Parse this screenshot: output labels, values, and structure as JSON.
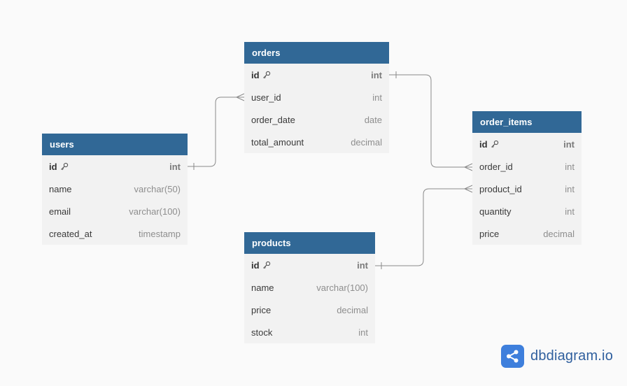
{
  "tables": {
    "orders": {
      "title": "orders",
      "fields": [
        {
          "name": "id",
          "type": "int",
          "pk": true
        },
        {
          "name": "user_id",
          "type": "int"
        },
        {
          "name": "order_date",
          "type": "date"
        },
        {
          "name": "total_amount",
          "type": "decimal"
        }
      ]
    },
    "users": {
      "title": "users",
      "fields": [
        {
          "name": "id",
          "type": "int",
          "pk": true
        },
        {
          "name": "name",
          "type": "varchar(50)"
        },
        {
          "name": "email",
          "type": "varchar(100)"
        },
        {
          "name": "created_at",
          "type": "timestamp"
        }
      ]
    },
    "order_items": {
      "title": "order_items",
      "fields": [
        {
          "name": "id",
          "type": "int",
          "pk": true
        },
        {
          "name": "order_id",
          "type": "int"
        },
        {
          "name": "product_id",
          "type": "int"
        },
        {
          "name": "quantity",
          "type": "int"
        },
        {
          "name": "price",
          "type": "decimal"
        }
      ]
    },
    "products": {
      "title": "products",
      "fields": [
        {
          "name": "id",
          "type": "int",
          "pk": true
        },
        {
          "name": "name",
          "type": "varchar(100)"
        },
        {
          "name": "price",
          "type": "decimal"
        },
        {
          "name": "stock",
          "type": "int"
        }
      ]
    }
  },
  "relationships": [
    {
      "from": "users.id",
      "to": "orders.user_id",
      "cardinality": "one-to-many"
    },
    {
      "from": "orders.id",
      "to": "order_items.order_id",
      "cardinality": "one-to-many"
    },
    {
      "from": "products.id",
      "to": "order_items.product_id",
      "cardinality": "one-to-many"
    }
  ],
  "logo": {
    "text": "dbdiagram.io",
    "icon": "share-nodes-icon"
  },
  "colors": {
    "header": "#316896",
    "body": "#f2f2f2",
    "background": "#fafafa",
    "logo": "#3e7fdc"
  }
}
